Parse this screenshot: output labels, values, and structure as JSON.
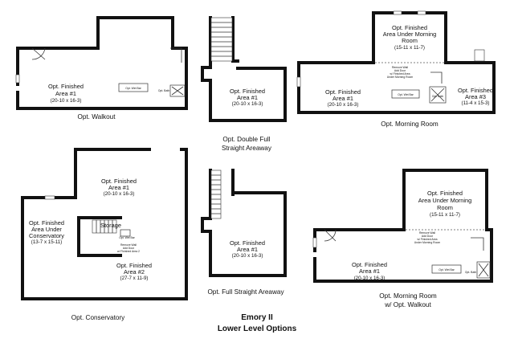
{
  "title": {
    "line1": "Emory II",
    "line2": "Lower Level Options"
  },
  "plans": [
    {
      "caption": [
        "Opt. Walkout"
      ],
      "rooms": [
        {
          "lines": [
            "Opt. Finished",
            "Area #1"
          ],
          "dims": "(20-10 x 16-3)"
        }
      ],
      "small": [
        "Opt. Wet Bar",
        "Opt. Bath"
      ]
    },
    {
      "caption": [
        "Opt. Double Full",
        "Straight Areaway"
      ],
      "rooms": [
        {
          "lines": [
            "Opt. Finished",
            "Area #1"
          ],
          "dims": "(20-10 x 16-3)"
        }
      ]
    },
    {
      "caption": [
        "Opt. Morning Room"
      ],
      "rooms": [
        {
          "lines": [
            "Opt. Finished",
            "Area Under Morning",
            "Room"
          ],
          "dims": "(15-11 x 11-7)"
        },
        {
          "lines": [
            "Opt. Finished",
            "Area #1"
          ],
          "dims": "(20-10 x 16-3)"
        },
        {
          "lines": [
            "Opt. Finished",
            "Area #3"
          ],
          "dims": "(11-4 x 15-3)"
        }
      ],
      "small": [
        "Remove Wall",
        "Add Door",
        "w/ Finished Area",
        "Under Morning Room",
        "Opt. Wet Bar",
        "Opt. Bath"
      ]
    },
    {
      "caption": [
        "Opt. Conservatory"
      ],
      "rooms": [
        {
          "lines": [
            "Opt. Finished",
            "Area #1"
          ],
          "dims": "(20-10 x 16-3)"
        },
        {
          "lines": [
            "Opt. Finished",
            "Area Under",
            "Conservatory"
          ],
          "dims": "(13-7 x 15-11)"
        },
        {
          "lines": [
            "Opt. Finished",
            "Area #2"
          ],
          "dims": "(27-7 x 11-9)"
        }
      ],
      "storage": "Storage",
      "small": [
        "Opt. Wet Bar",
        "Remove Wall",
        "Add Door",
        "w/ Finished Area 2"
      ]
    },
    {
      "caption": [
        "Opt. Full Straight Areaway"
      ],
      "rooms": [
        {
          "lines": [
            "Opt. Finished",
            "Area #1"
          ],
          "dims": "(20-10 x 16-3)"
        }
      ]
    },
    {
      "caption": [
        "Opt. Morning Room",
        "w/ Opt. Walkout"
      ],
      "rooms": [
        {
          "lines": [
            "Opt. Finished",
            "Area Under Morning",
            "Room"
          ],
          "dims": "(15-11 x 11-7)"
        },
        {
          "lines": [
            "Opt. Finished",
            "Area #1"
          ],
          "dims": "(20-10 x 16-3)"
        }
      ],
      "small": [
        "Remove Wall",
        "Add Door",
        "w/ Finished Area",
        "Under Morning Room",
        "Opt. Wet Bar",
        "Opt. Bath"
      ]
    }
  ]
}
